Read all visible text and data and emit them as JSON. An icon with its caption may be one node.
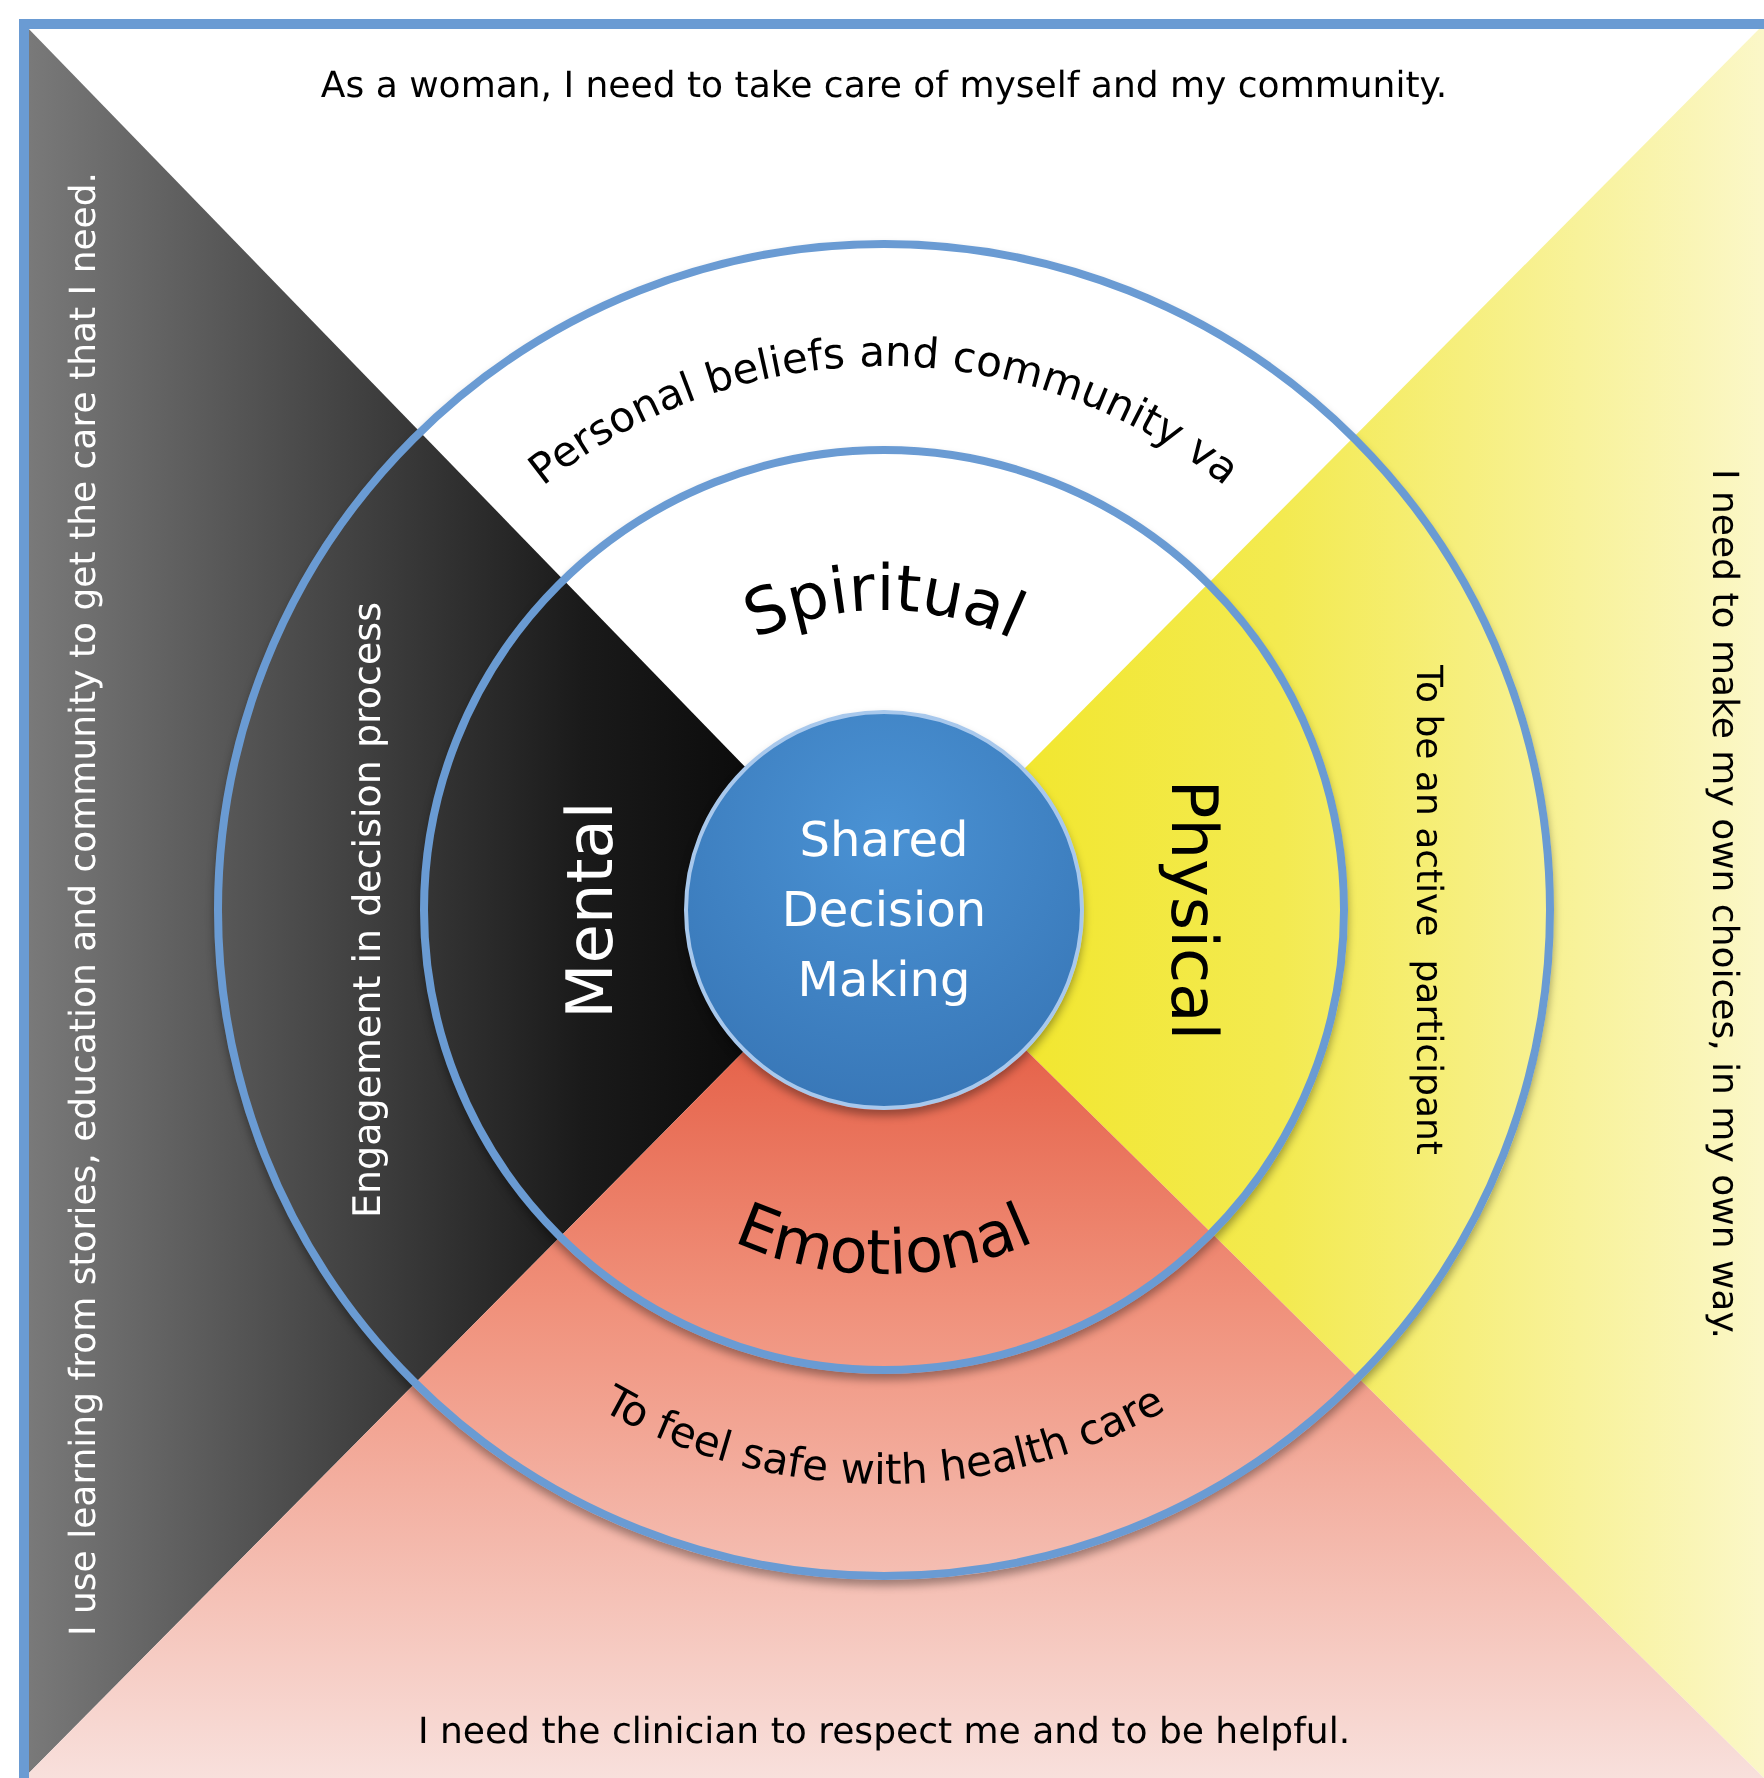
{
  "diagram": {
    "nodes": [
      {
        "text": [
          "Personal beliefs and community va",
          "Engagement in decision process",
          "To be an active  participant",
          "To feel safe with health care"
        ]
      },
      {
        "text": [
          "Spiritual",
          "Mental",
          "Physical",
          "Emotional"
        ],
        "in": 0
      },
      {
        "text": [
          "Shared Decision Making"
        ],
        "in": 1
      }
    ],
    "labels": [
      "As a woman, I need to take care of myself and my community.",
      "I use learning from stories, education and community to get the care that I need.",
      "I need to make my own choices, in my own way.",
      "I need the clinician to respect me and to be helpful."
    ]
  }
}
